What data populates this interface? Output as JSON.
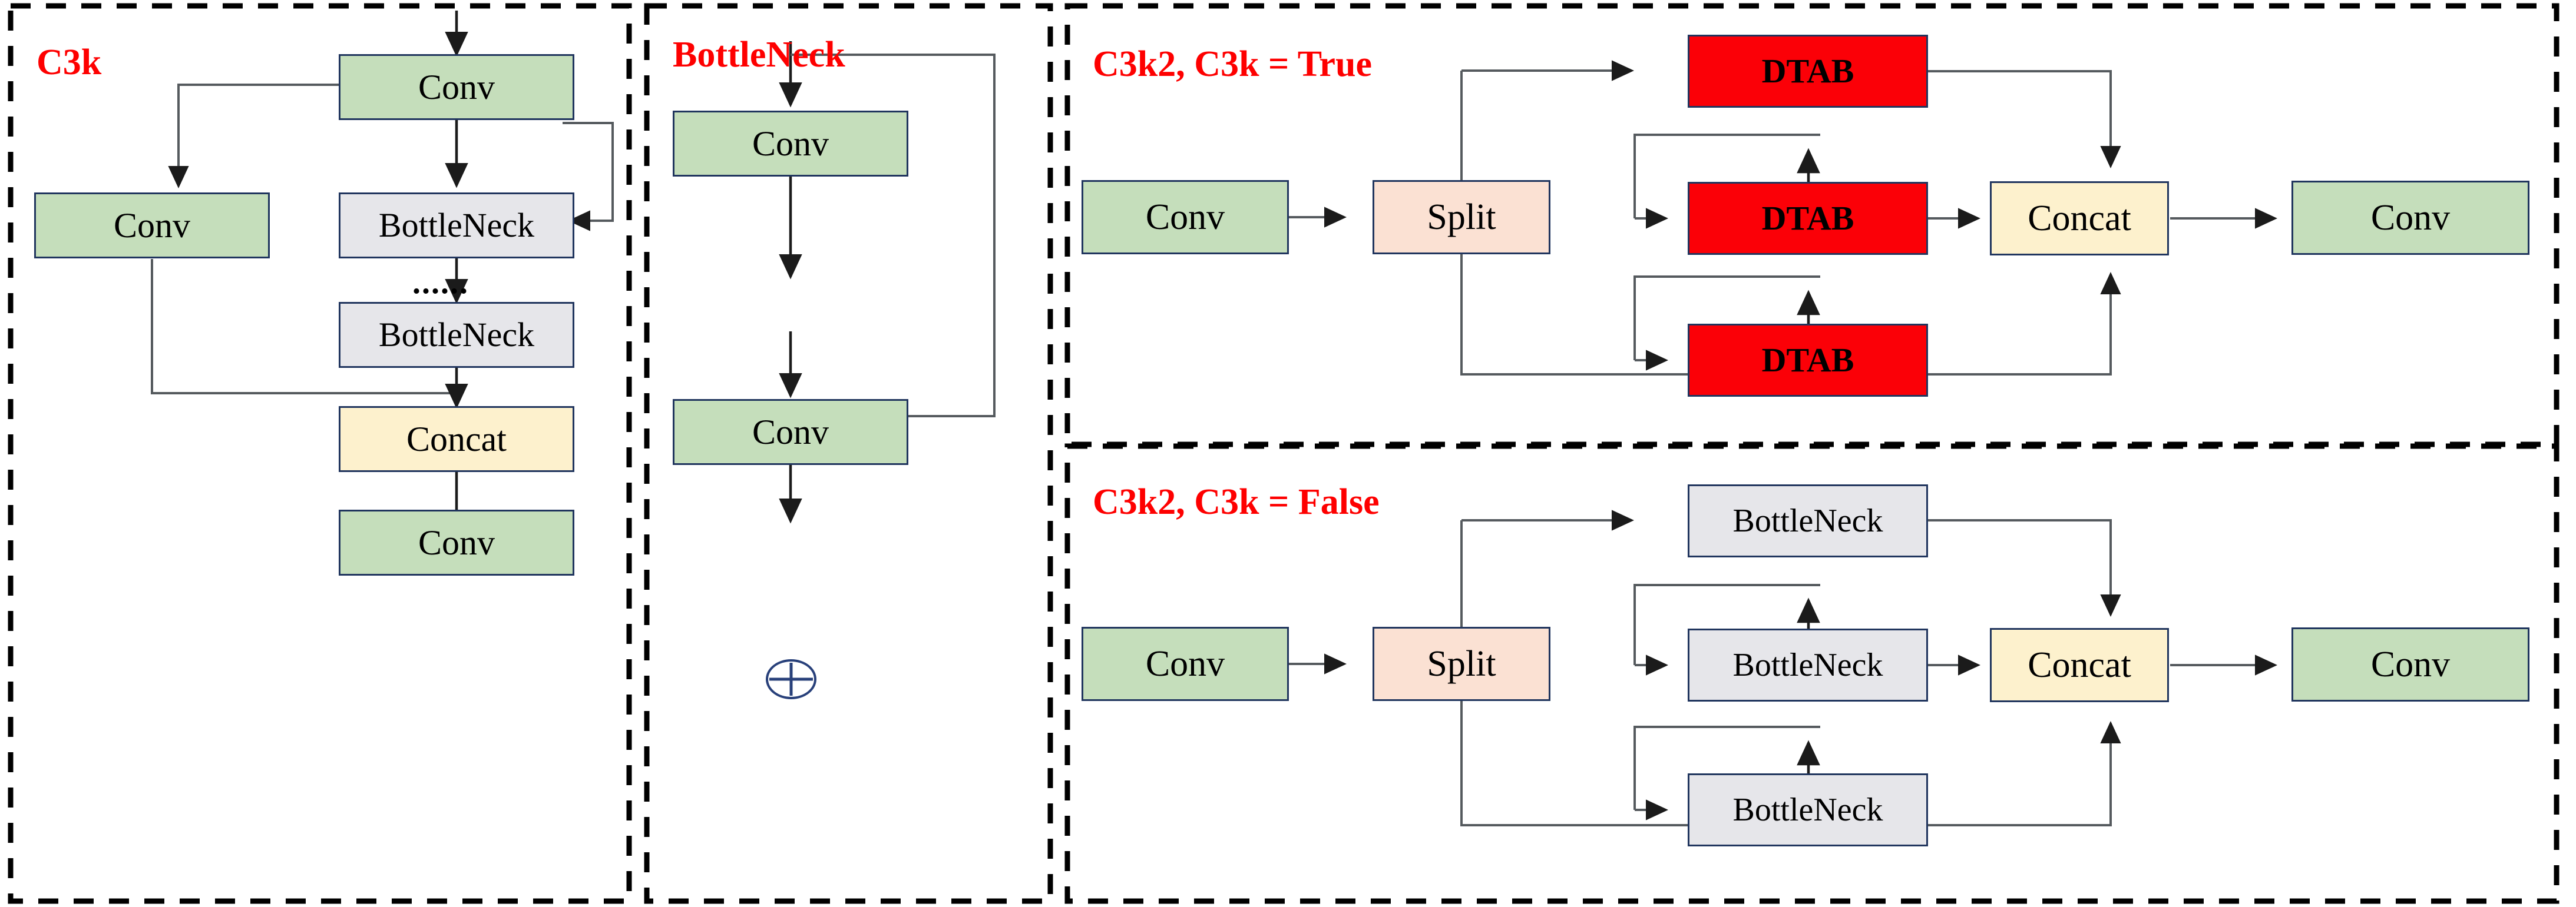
{
  "figure": {
    "type": "architecture-block-diagram",
    "panels": [
      {
        "id": "c3k",
        "title": "C3k",
        "nodes": [
          {
            "name": "conv-top",
            "label": "Conv",
            "color": "green"
          },
          {
            "name": "conv-left",
            "label": "Conv",
            "color": "green"
          },
          {
            "name": "bottleneck-1",
            "label": "BottleNeck",
            "color": "grey"
          },
          {
            "name": "ellipsis",
            "label": "......",
            "color": "none"
          },
          {
            "name": "bottleneck-n",
            "label": "BottleNeck",
            "color": "grey"
          },
          {
            "name": "concat",
            "label": "Concat",
            "color": "yellow"
          },
          {
            "name": "conv-out",
            "label": "Conv",
            "color": "green"
          }
        ]
      },
      {
        "id": "bottleneck",
        "title": "BottleNeck",
        "nodes": [
          {
            "name": "conv-1",
            "label": "Conv",
            "color": "green"
          },
          {
            "name": "conv-2",
            "label": "Conv",
            "color": "green"
          },
          {
            "name": "add",
            "label": "⊕",
            "color": "none"
          }
        ]
      },
      {
        "id": "c3k2-true",
        "title": "C3k2, C3k = True",
        "nodes": [
          {
            "name": "conv-in",
            "label": "Conv",
            "color": "green"
          },
          {
            "name": "split",
            "label": "Split",
            "color": "peach"
          },
          {
            "name": "dtab-1",
            "label": "DTAB",
            "color": "red"
          },
          {
            "name": "dtab-2",
            "label": "DTAB",
            "color": "red"
          },
          {
            "name": "dtab-3",
            "label": "DTAB",
            "color": "red"
          },
          {
            "name": "concat",
            "label": "Concat",
            "color": "yellow"
          },
          {
            "name": "conv-out",
            "label": "Conv",
            "color": "green"
          }
        ]
      },
      {
        "id": "c3k2-false",
        "title": "C3k2, C3k = False",
        "nodes": [
          {
            "name": "conv-in",
            "label": "Conv",
            "color": "green"
          },
          {
            "name": "split",
            "label": "Split",
            "color": "peach"
          },
          {
            "name": "bottleneck-1",
            "label": "BottleNeck",
            "color": "grey"
          },
          {
            "name": "bottleneck-2",
            "label": "BottleNeck",
            "color": "grey"
          },
          {
            "name": "bottleneck-3",
            "label": "BottleNeck",
            "color": "grey"
          },
          {
            "name": "concat",
            "label": "Concat",
            "color": "yellow"
          },
          {
            "name": "conv-out",
            "label": "Conv",
            "color": "green"
          }
        ]
      }
    ],
    "colors": {
      "title_red": "#fe0000",
      "block_green": "#c5debb",
      "block_grey": "#e6e6ea",
      "block_yellow": "#fdf1cd",
      "block_peach": "#fbe1d3",
      "block_red": "#fb0007",
      "border_navy": "#20355e",
      "wire": "#555a5e",
      "frame_dash": "#000000"
    }
  }
}
